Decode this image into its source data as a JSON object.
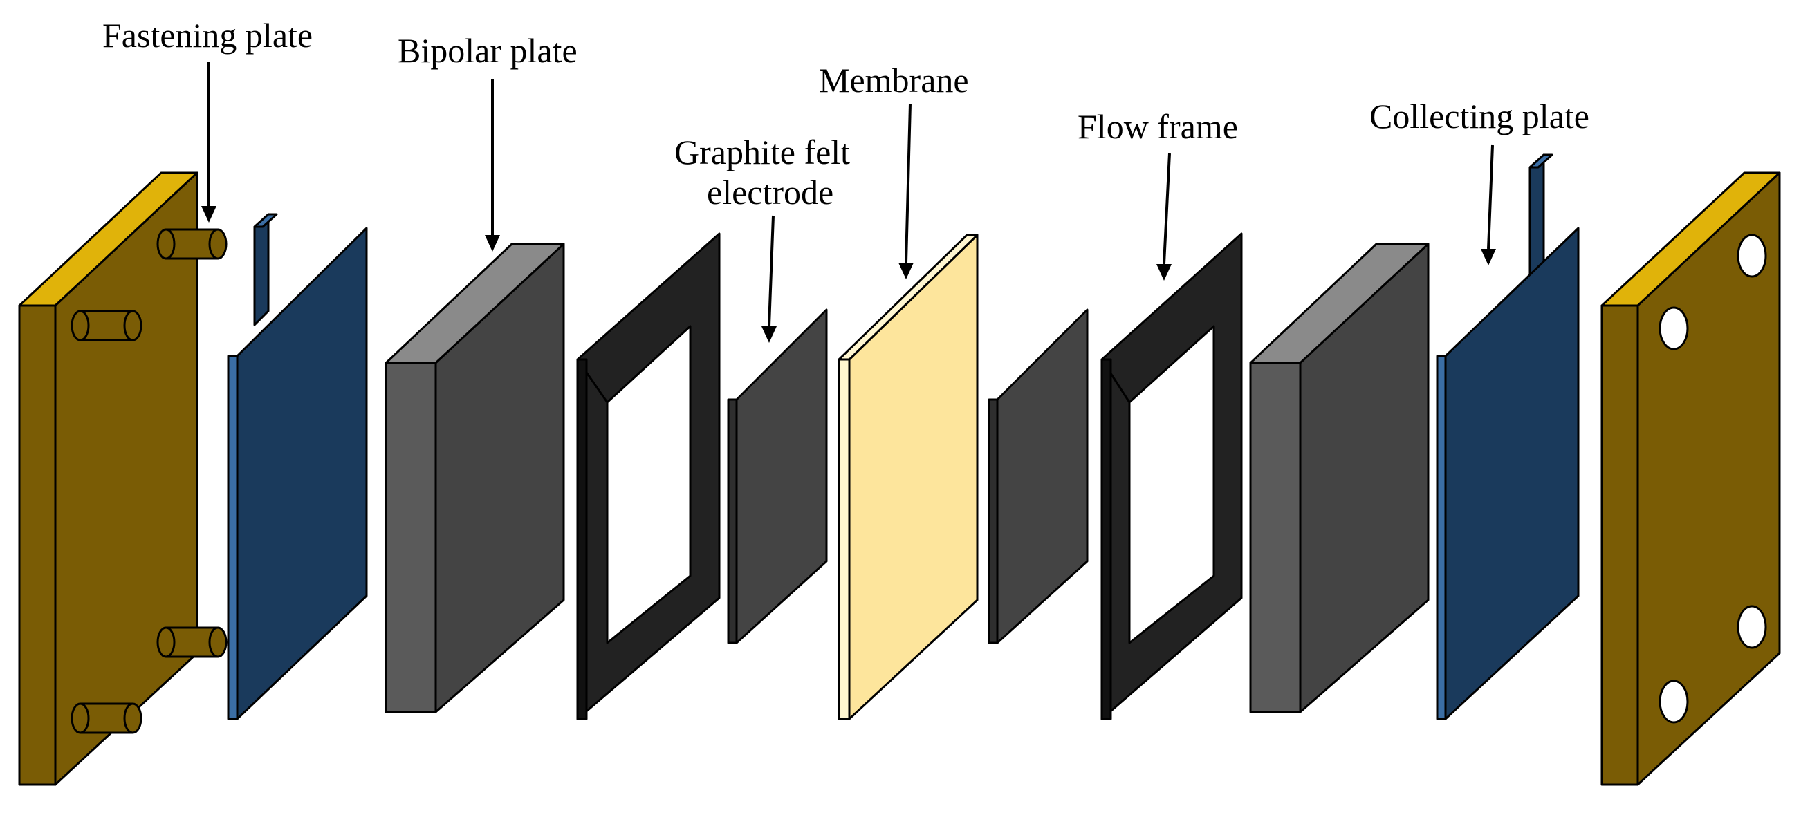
{
  "labels": {
    "fastening_plate": "Fastening plate",
    "bipolar_plate": "Bipolar plate",
    "graphite_felt_line1": "Graphite felt",
    "graphite_felt_line2": "electrode",
    "membrane": "Membrane",
    "flow_frame": "Flow frame",
    "collecting_plate": "Collecting plate"
  },
  "colors": {
    "fastening_plate": "#7a5c05",
    "fastening_plate_top": "#e0b30a",
    "collecting_plate": "#1a3a5c",
    "collecting_plate_edge": "#3b6ea5",
    "bipolar_plate": "#444444",
    "bipolar_plate_front": "#5a5a5a",
    "bipolar_plate_top": "#8a8a8a",
    "flow_frame": "#222222",
    "graphite_felt": "#444444",
    "membrane": "#fde59c",
    "membrane_edge": "#fff6d0"
  }
}
